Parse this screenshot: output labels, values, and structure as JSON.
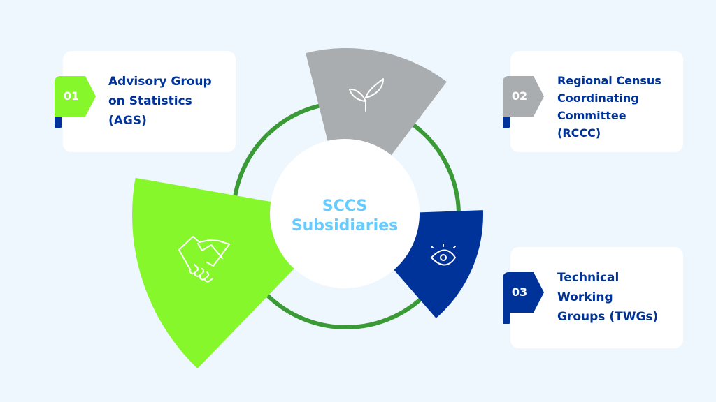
{
  "center": {
    "line1": "SCCS",
    "line2": "Subsidiaries"
  },
  "items": [
    {
      "number": "01",
      "title_lines": [
        "Advisory Group",
        "on Statistics",
        "(AGS)"
      ],
      "color": "#86f72a",
      "icon": "handshake-icon"
    },
    {
      "number": "02",
      "title_lines": [
        "Regional Census",
        "Coordinating",
        "Committee",
        "(RCCC)"
      ],
      "color": "#a9adaf",
      "icon": "sprout-icon"
    },
    {
      "number": "03",
      "title_lines": [
        "Technical",
        "Working",
        "Groups (TWGs)"
      ],
      "color": "#003399",
      "icon": "eye-icon"
    }
  ],
  "colors": {
    "ring": "#3a9a36",
    "title": "#003399",
    "background": "#eef6fe",
    "tab": "#003399"
  }
}
